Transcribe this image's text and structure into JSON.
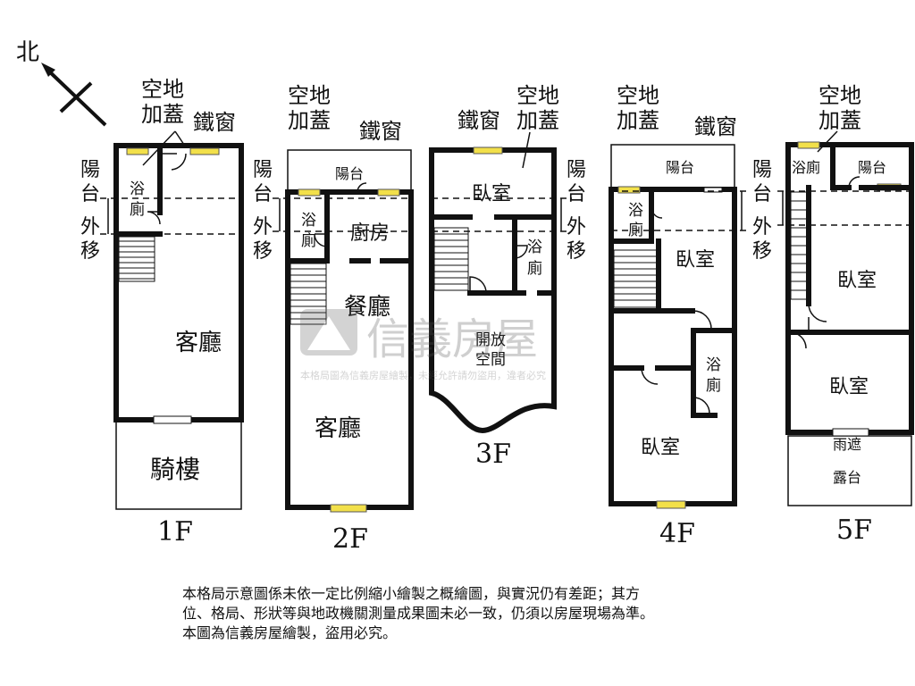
{
  "compass": {
    "label": "北"
  },
  "watermark": {
    "brand": "信義房屋",
    "notice": "本格局圖為信義房屋繪製，未經允許請勿盜用，違者必究"
  },
  "labels": {
    "empty_lot_line1": "空地",
    "empty_lot_line2": "加蓋",
    "iron_window": "鐵窗",
    "balcony_shift": [
      "陽",
      "台",
      "外",
      "移"
    ],
    "bath": [
      "浴",
      "廁"
    ],
    "bath_inline": "浴廁",
    "balcony": "陽台",
    "living_room": "客廳",
    "arcade": "騎樓",
    "kitchen": "廚房",
    "dining_room": "餐廳",
    "bedroom": "臥室",
    "open_space": [
      "開放",
      "空間"
    ],
    "canopy": "雨遮",
    "terrace": "露台"
  },
  "floors": [
    "1F",
    "2F",
    "3F",
    "4F",
    "5F"
  ],
  "disclaimer": [
    "本格局示意圖係未依一定比例縮小繪製之概繪圖，與實況仍有差距；其方",
    "位、格局、形狀等與地政機關測量成果圖未必一致，仍須以房屋現場為準。",
    "本圖為信義房屋繪製，盜用必究。"
  ]
}
